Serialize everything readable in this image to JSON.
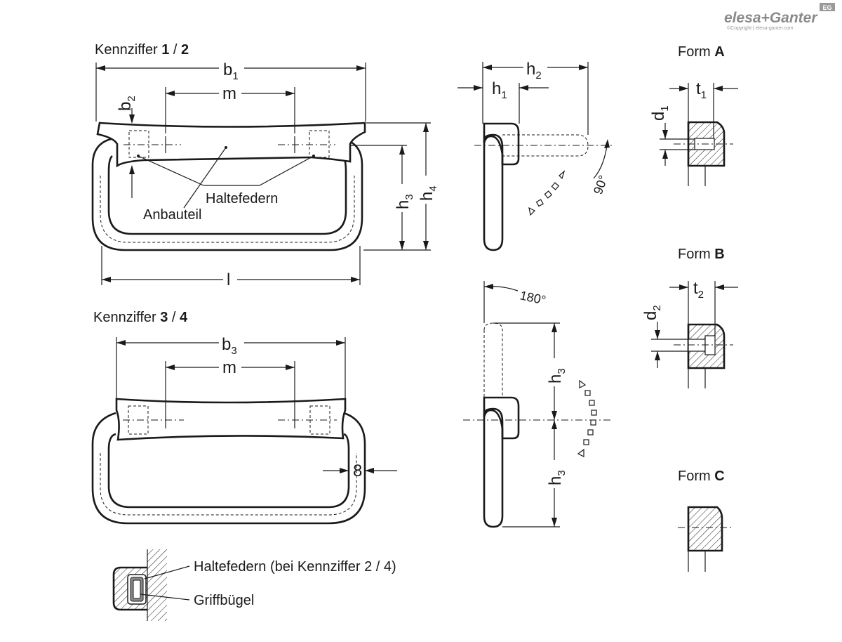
{
  "brand": {
    "name": "elesa+Ganter",
    "badge": "EG",
    "copyright": "©Copyright | elesa-ganter.com"
  },
  "views": {
    "kennziffer_12": {
      "prefix": "Kennziffer ",
      "num_a": "1",
      "sep": " / ",
      "num_b": "2"
    },
    "kennziffer_34": {
      "prefix": "Kennziffer ",
      "num_a": "3",
      "sep": " / ",
      "num_b": "4"
    }
  },
  "labels": {
    "haltefedern": "Haltefedern",
    "anbauteil": "Anbauteil",
    "haltefedern_note": "Haltefedern (bei Kennziffer 2 / 4)",
    "griffbuegel": "Griffbügel"
  },
  "dimensions": {
    "b1": {
      "base": "b",
      "sub": "1"
    },
    "b2": {
      "base": "b",
      "sub": "2"
    },
    "b3": {
      "base": "b",
      "sub": "3"
    },
    "m": "m",
    "l": "l",
    "h1": {
      "base": "h",
      "sub": "1"
    },
    "h2": {
      "base": "h",
      "sub": "2"
    },
    "h3": {
      "base": "h",
      "sub": "3"
    },
    "h4": {
      "base": "h",
      "sub": "4"
    },
    "d1": {
      "base": "d",
      "sub": "1"
    },
    "d2": {
      "base": "d",
      "sub": "2"
    },
    "t1": {
      "base": "t",
      "sub": "1"
    },
    "t2": {
      "base": "t",
      "sub": "2"
    },
    "eight": "8"
  },
  "angles": {
    "a90": "90°",
    "a180": "180°"
  },
  "forms": {
    "A": {
      "prefix": "Form ",
      "letter": "A"
    },
    "B": {
      "prefix": "Form ",
      "letter": "B"
    },
    "C": {
      "prefix": "Form ",
      "letter": "C"
    }
  }
}
